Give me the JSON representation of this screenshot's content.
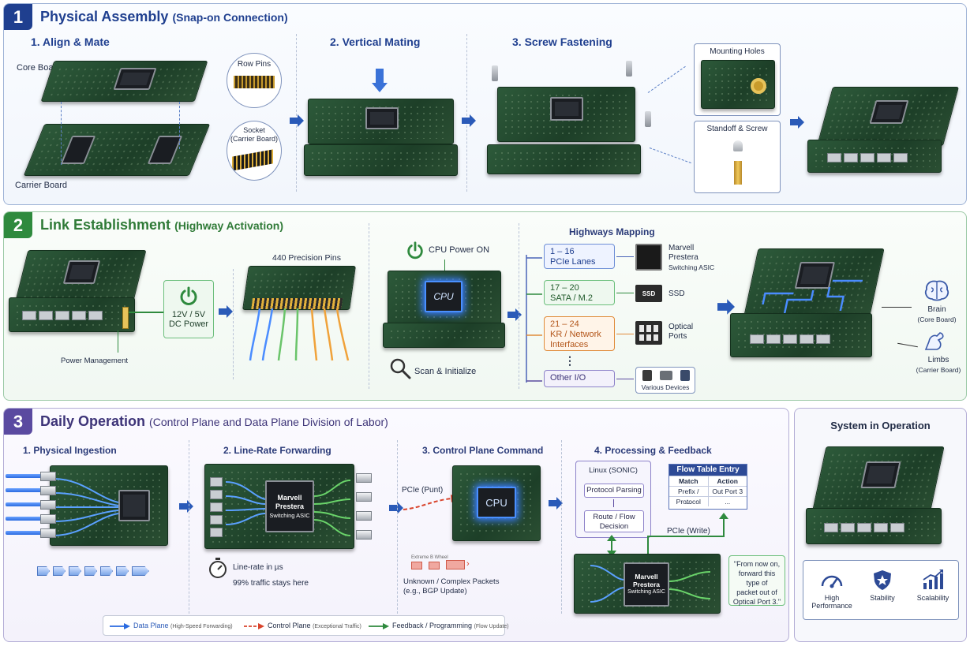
{
  "section1": {
    "number": "1",
    "title": "Physical Assembly",
    "subtitle": "(Snap-on Connection)",
    "step1_title": "1. Align & Mate",
    "core_board": "Core Board",
    "carrier_board": "Carrier Board",
    "row_pins": "Row Pins",
    "socket_line1": "Socket",
    "socket_line2": "(Carrier Board)",
    "step2_title": "2. Vertical Mating",
    "step3_title": "3. Screw Fastening",
    "mounting_holes": "Mounting Holes",
    "standoff_screw": "Standoff & Screw"
  },
  "section2": {
    "number": "2",
    "title": "Link Establishment",
    "subtitle": "(Highway Activation)",
    "power_line1": "12V / 5V",
    "power_line2": "DC Power",
    "power_management": "Power Management",
    "precision_pins": "440 Precision Pins",
    "cpu_power_on": "CPU Power ON",
    "cpu_label": "CPU",
    "scan_init": "Scan & Initialize",
    "highways_title": "Highways Mapping",
    "lanes": [
      {
        "range": "1 – 16",
        "name": "PCIe Lanes"
      },
      {
        "range": "17 – 20",
        "name": "SATA / M.2"
      },
      {
        "range": "21 – 24",
        "name": "KR / Network",
        "name2": "Interfaces"
      }
    ],
    "ellipsis": "⋮",
    "other_io": "Other I/O",
    "asic_line1": "Marvell",
    "asic_line2": "Prestera",
    "asic_line3": "Switching ASIC",
    "ssd_icon": "SSD",
    "ssd": "SSD",
    "optical_line1": "Optical",
    "optical_line2": "Ports",
    "various_devices": "Various Devices",
    "brain": "Brain",
    "brain_sub": "(Core Board)",
    "limbs": "Limbs",
    "limbs_sub": "(Carrier Board)"
  },
  "section3": {
    "number": "3",
    "title": "Daily Operation",
    "subtitle": "(Control Plane and Data Plane Division of Labor)",
    "step1_title": "1. Physical Ingestion",
    "step2_title": "2. Line-Rate Forwarding",
    "asic_line1": "Marvell",
    "asic_line2": "Prestera",
    "asic_line3": "Switching ASIC",
    "line_rate": "Line-rate in µs",
    "traffic_stays": "99% traffic stays here",
    "step3_title": "3. Control Plane Command",
    "pcie_punt": "PCIe (Punt)",
    "cpu_label": "CPU",
    "unknown_line1": "Unknown / Complex Packets",
    "unknown_line2": "(e.g., BGP Update)",
    "pkt_tag1": "Extreme",
    "pkt_tag2": "B Wheel",
    "step4_title": "4. Processing & Feedback",
    "linux_title": "Linux (SONIC)",
    "protocol_parsing": "Protocol Parsing",
    "route_line1": "Route / Flow",
    "route_line2": "Decision",
    "flow_title": "Flow Table Entry",
    "flow_headers": [
      "Match",
      "Action"
    ],
    "flow_row": [
      "Prefix / Protocol",
      "Out Port 3"
    ],
    "flow_more": [
      "...",
      "..."
    ],
    "pcie_write": "PCIe (Write)",
    "quote_lines": [
      "\"From now on,",
      "forward this type of",
      "packet out of",
      "Optical Port 3.\""
    ],
    "legend": {
      "data_plane": "Data Plane",
      "data_plane_note": "(High-Speed Forwarding)",
      "control_plane": "Control Plane",
      "control_plane_note": "(Exceptional Traffic)",
      "feedback": "Feedback / Programming",
      "feedback_note": "(Flow Update)"
    }
  },
  "section4": {
    "title": "System in Operation",
    "features": [
      "High Performance",
      "Stability",
      "Scalability"
    ]
  },
  "colors": {
    "section1": "#1f3f8f",
    "section2": "#2f8a3e",
    "section3": "#5a4aa0",
    "data_plane": "#2a6ae0",
    "control_plane": "#d9442c",
    "feedback": "#2f8a3e"
  }
}
